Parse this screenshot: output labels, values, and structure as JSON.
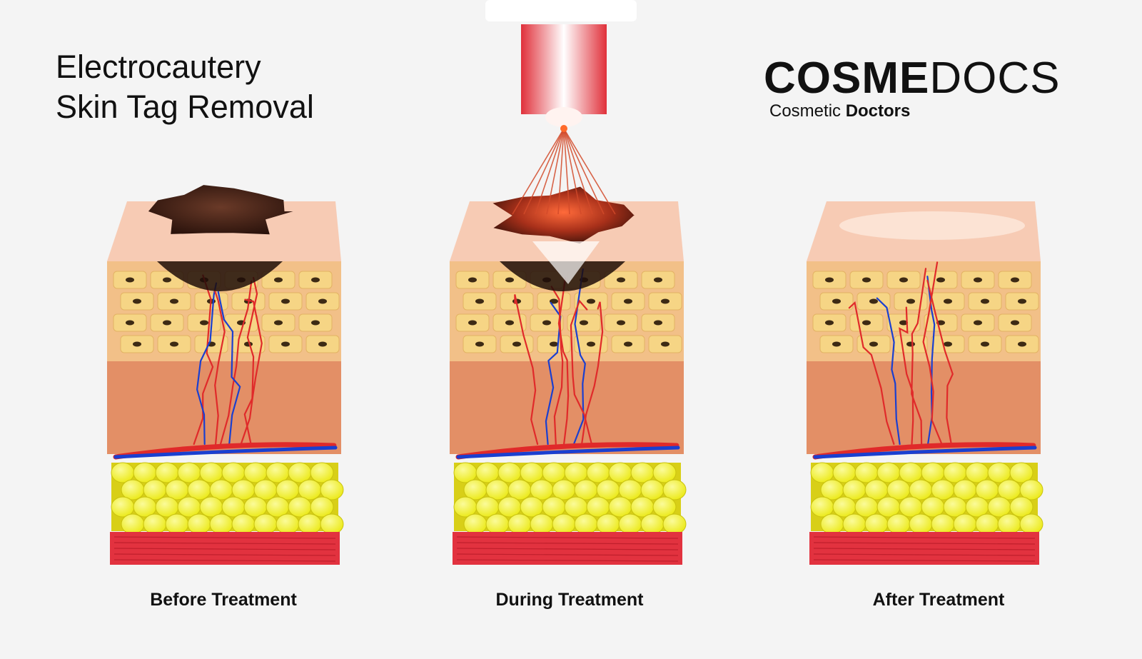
{
  "title": {
    "line1": "Electrocautery",
    "line2": "Skin Tag Removal"
  },
  "logo": {
    "main_bold": "COSME",
    "main_light": "DOCS",
    "sub_light": "Cosmetic ",
    "sub_bold": "Doctors"
  },
  "panels": [
    {
      "caption": "Before Treatment",
      "tag": "full"
    },
    {
      "caption": "During Treatment",
      "tag": "burning"
    },
    {
      "caption": "After Treatment",
      "tag": "none"
    }
  ],
  "colors": {
    "background": "#f4f4f4",
    "skin_top": "#f7cbb4",
    "epidermis": "#f2c088",
    "dermis": "#e38f66",
    "cells": "#f6d585",
    "fat": "#ecea1c",
    "muscle": "#e2323f",
    "artery": "#e02a2a",
    "vein": "#1a3fd0",
    "skin_tag": "#2b130c",
    "laser": "#e0303a"
  }
}
